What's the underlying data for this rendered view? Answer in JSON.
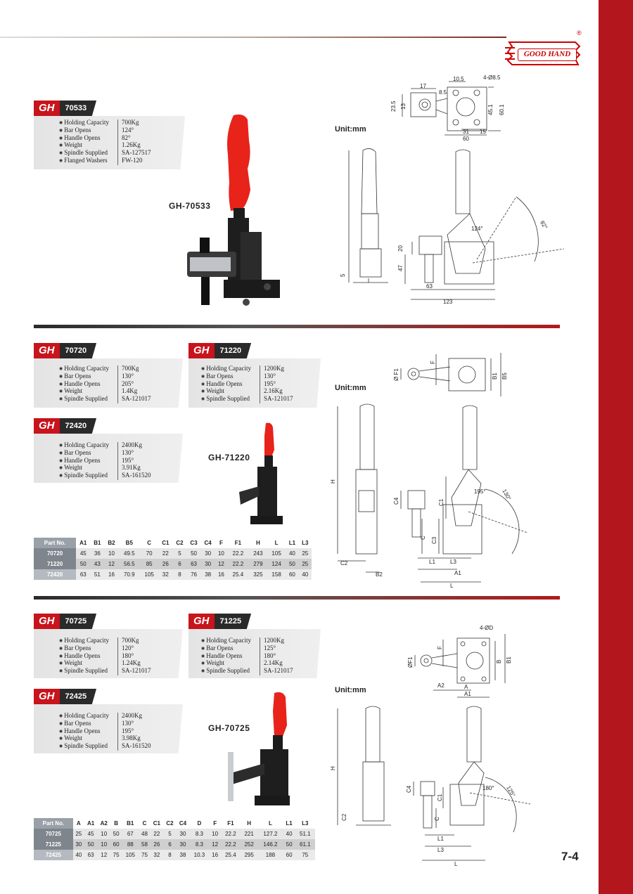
{
  "brand": {
    "logo_text": "GOOD HAND",
    "registered": "®"
  },
  "page_number": "7-4",
  "unit_label": "Unit:mm",
  "spec_labels": {
    "holding": "Holding Capacity",
    "bar": "Bar Opens",
    "handle": "Handle Opens",
    "weight": "Weight",
    "spindle": "Spindle Supplied",
    "washers": "Flanged Washers"
  },
  "cards": {
    "c70533": {
      "gh": "GH",
      "model": "70533",
      "values": [
        "700Kg",
        "124°",
        "82°",
        "1.26Kg",
        "SA-127517",
        "FW-120"
      ]
    },
    "c70720": {
      "gh": "GH",
      "model": "70720",
      "values": [
        "700Kg",
        "130°",
        "205°",
        "1.4Kg",
        "SA-121017"
      ]
    },
    "c71220": {
      "gh": "GH",
      "model": "71220",
      "values": [
        "1200Kg",
        "130°",
        "195°",
        "2.16Kg",
        "SA-121017"
      ]
    },
    "c72420": {
      "gh": "GH",
      "model": "72420",
      "values": [
        "2400Kg",
        "130°",
        "195°",
        "3.91Kg",
        "SA-161520"
      ]
    },
    "c70725": {
      "gh": "GH",
      "model": "70725",
      "values": [
        "700Kg",
        "120°",
        "180°",
        "1.24Kg",
        "SA-121017"
      ]
    },
    "c71225": {
      "gh": "GH",
      "model": "71225",
      "values": [
        "1200Kg",
        "125°",
        "180°",
        "2.14Kg",
        "SA-121017"
      ]
    },
    "c72425": {
      "gh": "GH",
      "model": "72425",
      "values": [
        "2400Kg",
        "130°",
        "195°",
        "3.98Kg",
        "SA-161520"
      ]
    }
  },
  "product_labels": {
    "s1": "GH-70533",
    "s2": "GH-71220",
    "s3": "GH-70725"
  },
  "table1": {
    "headers": [
      "Part No.",
      "A1",
      "B1",
      "B2",
      "B5",
      "C",
      "C1",
      "C2",
      "C3",
      "C4",
      "F",
      "F1",
      "H",
      "L",
      "L1",
      "L3"
    ],
    "rows": [
      [
        "70720",
        "45",
        "36",
        "10",
        "49.5",
        "70",
        "22",
        "5",
        "50",
        "30",
        "10",
        "22.2",
        "243",
        "105",
        "40",
        "25"
      ],
      [
        "71220",
        "50",
        "43",
        "12",
        "56.5",
        "85",
        "26",
        "6",
        "63",
        "30",
        "12",
        "22.2",
        "279",
        "124",
        "50",
        "25"
      ],
      [
        "72420",
        "63",
        "51",
        "16",
        "70.9",
        "105",
        "32",
        "8",
        "76",
        "38",
        "16",
        "25.4",
        "325",
        "158",
        "60",
        "40"
      ]
    ]
  },
  "table2": {
    "headers": [
      "Part No.",
      "A",
      "A1",
      "A2",
      "B",
      "B1",
      "C",
      "C1",
      "C2",
      "C4",
      "D",
      "F",
      "F1",
      "H",
      "L",
      "L1",
      "L3"
    ],
    "rows": [
      [
        "70725",
        "25",
        "45",
        "10",
        "50",
        "67",
        "48",
        "22",
        "5",
        "30",
        "8.3",
        "10",
        "22.2",
        "221",
        "127.2",
        "40",
        "51.1"
      ],
      [
        "71225",
        "30",
        "50",
        "10",
        "60",
        "88",
        "58",
        "26",
        "6",
        "30",
        "8.3",
        "12",
        "22.2",
        "252",
        "146.2",
        "50",
        "61.1"
      ],
      [
        "72425",
        "40",
        "63",
        "12",
        "75",
        "105",
        "75",
        "32",
        "8",
        "38",
        "10.3",
        "16",
        "25.4",
        "295",
        "188",
        "60",
        "75"
      ]
    ]
  },
  "dims1": {
    "d1": "17",
    "d2": "10.5",
    "d3": "4-Ø8.5",
    "d4": "8.5",
    "d5": "23.5",
    "d6": "13",
    "d7": "45.1",
    "d8": "60.1",
    "d9": "31",
    "d10": "15",
    "d11": "60",
    "d12": "82°",
    "d13": "124°",
    "d14": "20",
    "d15": "47",
    "d16": "5",
    "d17": "63",
    "d18": "123"
  },
  "dims2": {
    "F": "F",
    "F1": "Ø F1",
    "B1": "B1",
    "B5": "B5",
    "H": "H",
    "C4": "C4",
    "C1": "C1",
    "C": "C",
    "C3": "C3",
    "C2": "C2",
    "B2": "B2",
    "L1": "L1",
    "L3": "L3",
    "A1": "A1",
    "L": "L",
    "a1": "195°",
    "a2": "130°"
  },
  "dims3": {
    "D": "4-ØD",
    "F": "F",
    "F1": "ØF1",
    "B": "B",
    "B1": "B1",
    "A2": "A2",
    "A": "A",
    "A1": "A1",
    "H": "H",
    "C2": "C2",
    "C4": "C4",
    "C1": "C1",
    "C": "C",
    "L1": "L1",
    "L3": "L3",
    "L": "L",
    "a1": "180°",
    "a2": "125°"
  },
  "colors": {
    "brand_red": "#c8141c",
    "side_bar": "#b4161d",
    "handle_red": "#e8231a"
  }
}
